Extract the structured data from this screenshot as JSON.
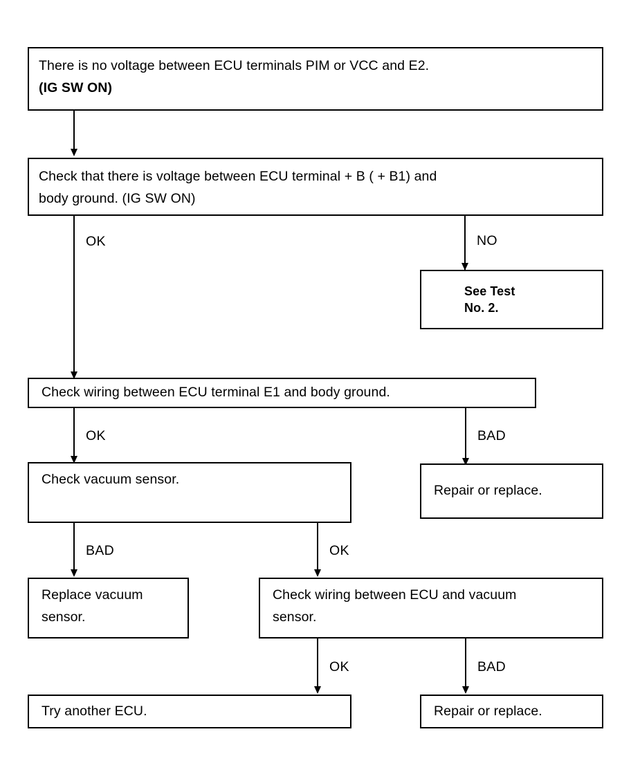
{
  "diagram": {
    "title": "ECU Voltage Troubleshooting Flowchart",
    "ink_color": "#000000",
    "background_color": "#ffffff",
    "nodes": [
      {
        "id": "start",
        "line1": "There is no voltage between ECU terminals PIM or VCC and E2.",
        "line2": "(IG SW ON)"
      },
      {
        "id": "check-b-voltage",
        "line1": "Check that there is voltage between ECU terminal  + B ( + B1) and",
        "line2": "body ground. (IG SW ON)"
      },
      {
        "id": "see-test-2",
        "line1": "See Test",
        "line2": "No. 2."
      },
      {
        "id": "check-e1-wiring",
        "line1": "Check wiring between ECU terminal E1 and body ground."
      },
      {
        "id": "check-vacuum-sensor",
        "line1": "Check vacuum sensor."
      },
      {
        "id": "repair-or-replace-1",
        "line1": "Repair or replace."
      },
      {
        "id": "replace-vacuum-sensor",
        "line1": "Replace vacuum",
        "line2": "sensor."
      },
      {
        "id": "check-ecu-sensor-wiring",
        "line1": "Check wiring between ECU and vacuum",
        "line2": "sensor."
      },
      {
        "id": "try-another-ecu",
        "line1": "Try another ECU."
      },
      {
        "id": "repair-or-replace-2",
        "line1": "Repair or replace."
      }
    ],
    "edge_labels": {
      "ok_to_e1": "OK",
      "no_to_test2": "NO",
      "ok_to_vacuum": "OK",
      "bad_to_repair1": "BAD",
      "bad_to_replace_sensor": "BAD",
      "ok_to_wiring_check": "OK",
      "ok_to_try_ecu": "OK",
      "bad_to_repair2": "BAD"
    }
  }
}
